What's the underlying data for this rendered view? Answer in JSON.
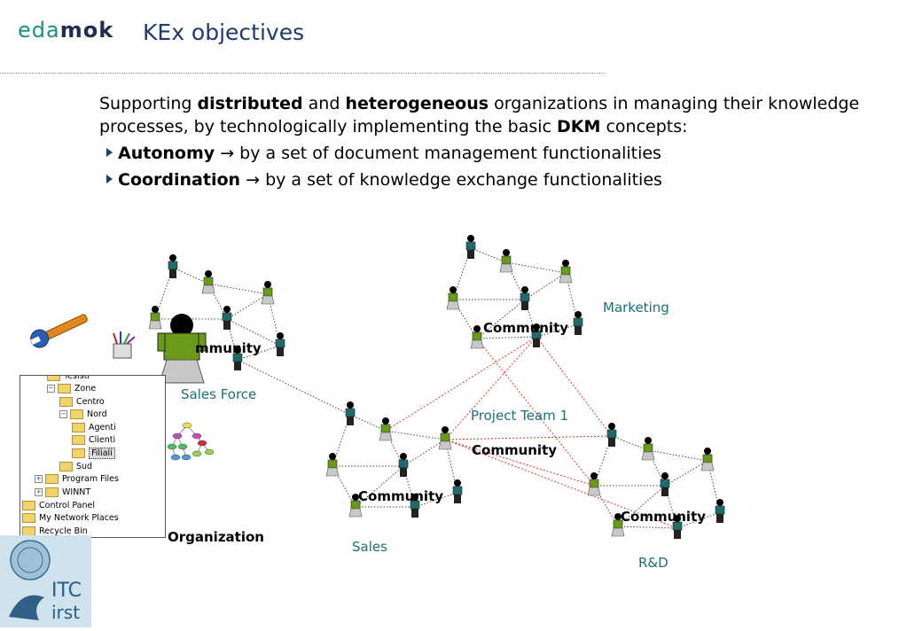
{
  "header": {
    "logo_part1": "eda",
    "logo_part2": "mok",
    "title": "KEx objectives"
  },
  "intro": {
    "t1": "Supporting ",
    "b1": "distributed",
    "t2": " and ",
    "b2": "heterogeneous",
    "t3": " organizations in managing their knowledge processes, by technologically implementing the basic ",
    "b3": "DKM",
    "t4": " concepts:"
  },
  "bullets": [
    {
      "term": "Autonomy",
      "arrow": "→",
      "text": " by a set of document management functionalities"
    },
    {
      "term": "Coordination",
      "arrow": "→",
      "text": " by a set of knowledge exchange functionalities"
    }
  ],
  "diagram": {
    "labels": {
      "marketing": "Marketing",
      "sales_force": "Sales Force",
      "project_team": "Project Team 1",
      "sales": "Sales",
      "rnd": "R&D",
      "organization": "Organization"
    },
    "community_labels": {
      "sales_force": "mmunity",
      "marketing": "Community",
      "project": "Community",
      "sales": "Community",
      "rnd": "Community"
    }
  },
  "tree": {
    "items": [
      {
        "label": "Tesisti",
        "level": 2,
        "pm": ""
      },
      {
        "label": "Zone",
        "level": 2,
        "pm": "−"
      },
      {
        "label": "Centro",
        "level": 3,
        "pm": ""
      },
      {
        "label": "Nord",
        "level": 3,
        "pm": "−"
      },
      {
        "label": "Agenti",
        "level": 4,
        "pm": ""
      },
      {
        "label": "Clienti",
        "level": 4,
        "pm": ""
      },
      {
        "label": "Filiali",
        "level": 4,
        "pm": "",
        "selected": true
      },
      {
        "label": "Sud",
        "level": 3,
        "pm": ""
      },
      {
        "label": "Program Files",
        "level": 1,
        "pm": "+"
      },
      {
        "label": "WINNT",
        "level": 1,
        "pm": "+"
      },
      {
        "label": "Control Panel",
        "level": 0,
        "pm": ""
      },
      {
        "label": "My Network Places",
        "level": 0,
        "pm": ""
      },
      {
        "label": "Recycle Bin",
        "level": 0,
        "pm": ""
      }
    ]
  },
  "footer_logo": {
    "line1": "ITC",
    "line2": "irst"
  },
  "colors": {
    "title": "#1f3a6e",
    "label": "#1a6f78",
    "person_green": "#6a9a1a",
    "person_teal": "#1e6b6b",
    "red_link": "#e03030"
  }
}
